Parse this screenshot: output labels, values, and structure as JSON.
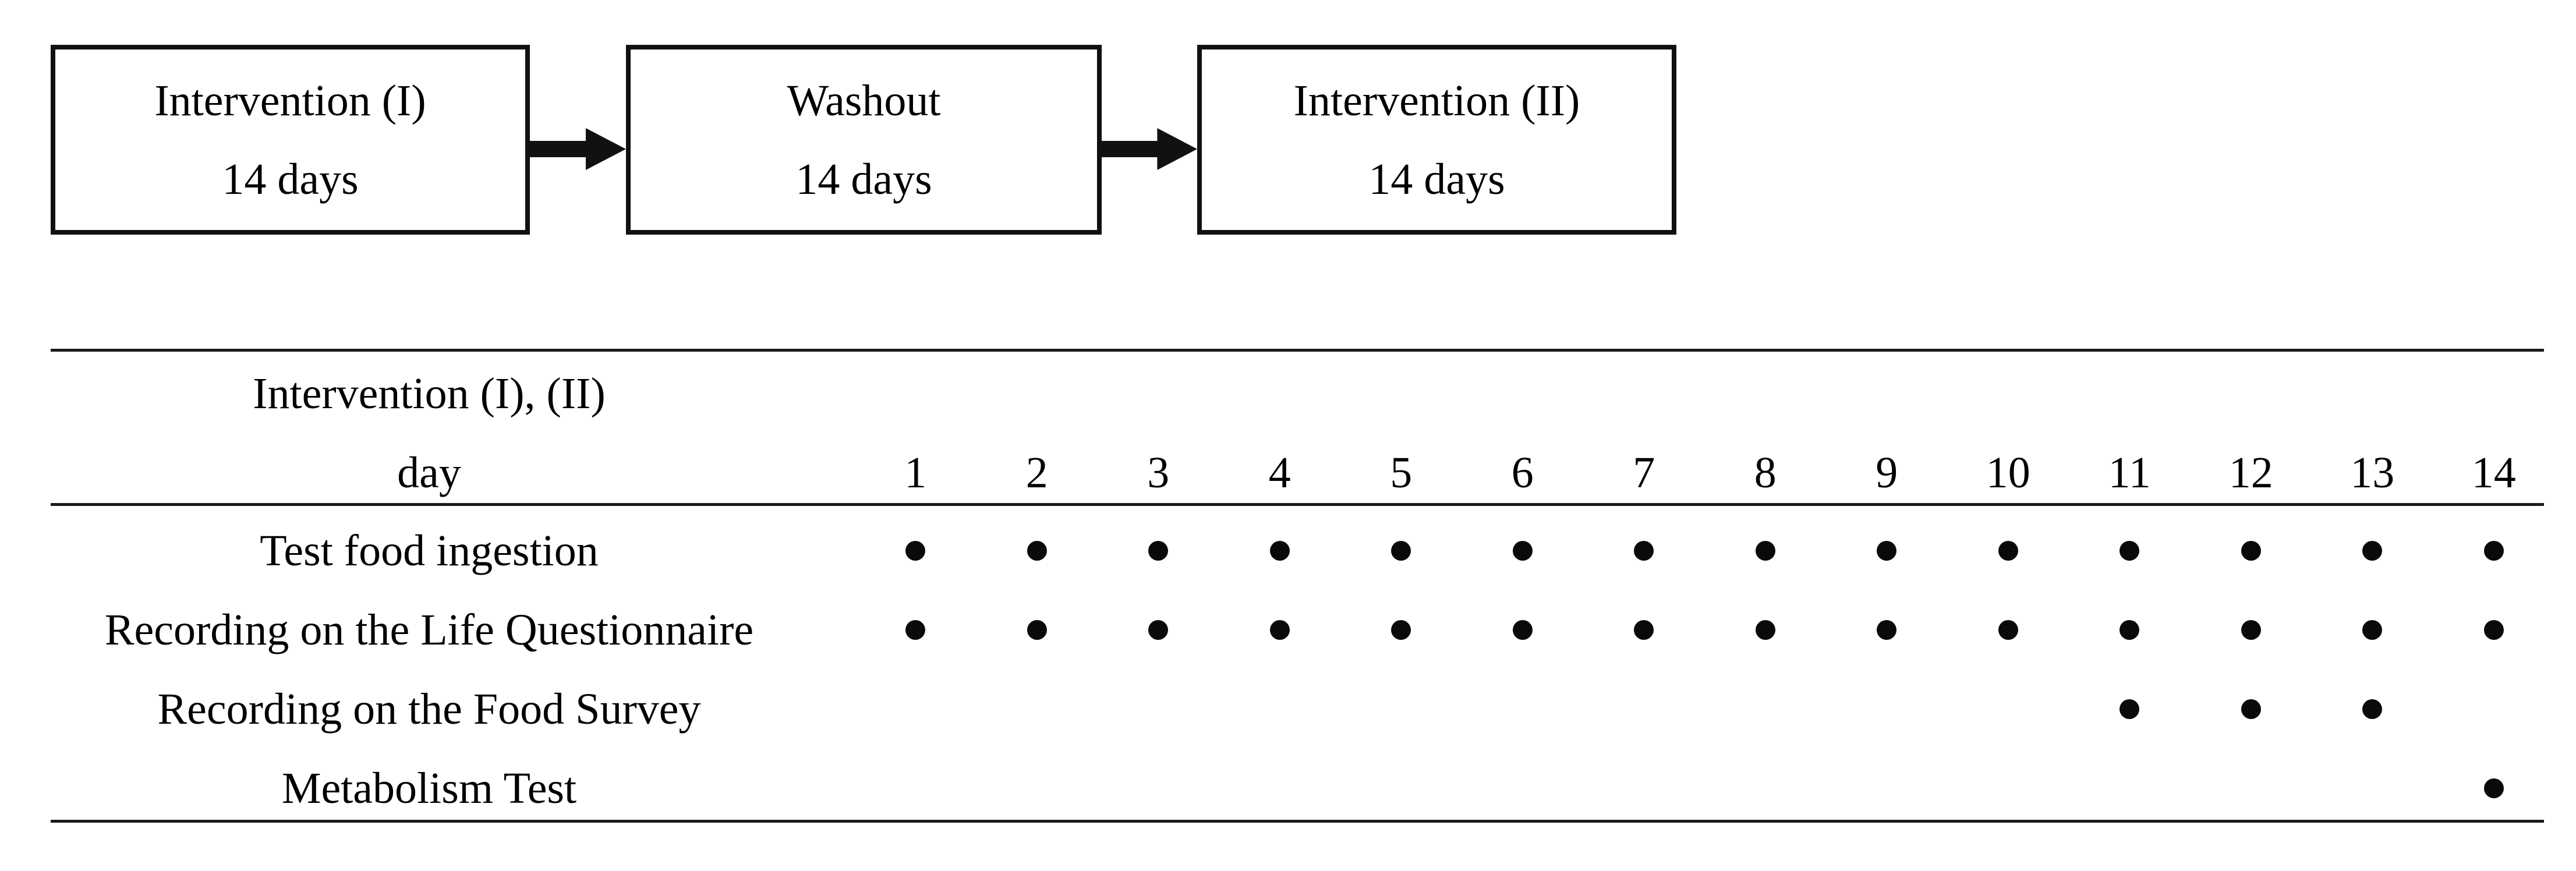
{
  "figure": {
    "flowchart": {
      "boxes": [
        {
          "title": "Intervention (I)",
          "duration": "14 days"
        },
        {
          "title": "Washout",
          "duration": "14 days"
        },
        {
          "title": "Intervention (II)",
          "duration": "14 days"
        }
      ],
      "arrow_icon": "arrow-right-icon"
    },
    "schedule_table": {
      "header": {
        "group_label": "Intervention (I), (II)",
        "axis_label": "day"
      },
      "days": [
        1,
        2,
        3,
        4,
        5,
        6,
        7,
        8,
        9,
        10,
        11,
        12,
        13,
        14
      ],
      "rows": [
        {
          "label": "Test food ingestion",
          "marked_days": [
            1,
            2,
            3,
            4,
            5,
            6,
            7,
            8,
            9,
            10,
            11,
            12,
            13,
            14
          ]
        },
        {
          "label": "Recording on the Life Questionnaire",
          "marked_days": [
            1,
            2,
            3,
            4,
            5,
            6,
            7,
            8,
            9,
            10,
            11,
            12,
            13,
            14
          ]
        },
        {
          "label": "Recording on the Food Survey",
          "marked_days": [
            11,
            12,
            13
          ]
        },
        {
          "label": "Metabolism Test",
          "marked_days": [
            14
          ]
        }
      ],
      "marker_glyph": "●",
      "marker_name": "filled-circle-marker"
    },
    "colors": {
      "background": "#ffffff",
      "text": "#000000",
      "rule_line": "#1a1a1a",
      "box_border": "#111111",
      "arrow": "#111111",
      "dot": "#0a0a0a"
    }
  }
}
